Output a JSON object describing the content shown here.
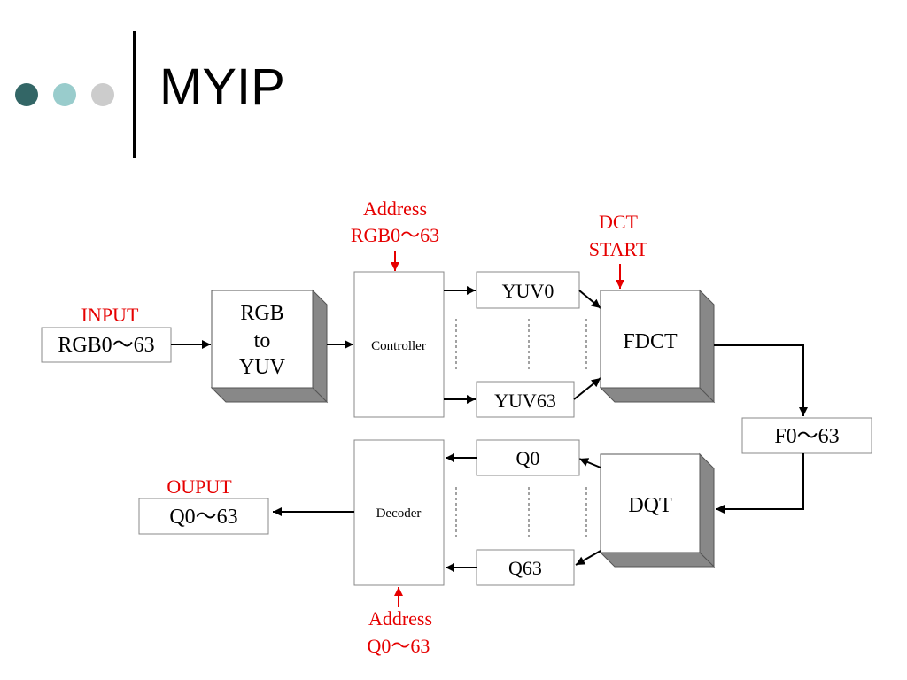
{
  "slide": {
    "title": "MYIP",
    "accent_colors": [
      "#336666",
      "#99cccc",
      "#cccccc"
    ]
  },
  "diagram": {
    "input_label": "INPUT",
    "input_box": "RGB0～63",
    "converter_lines": [
      "RGB",
      "to",
      "YUV"
    ],
    "controller": "Controller",
    "controller_address_lines": [
      "Address",
      "RGB0～63"
    ],
    "yuv_first": "YUV0",
    "yuv_last": "YUV63",
    "dct_start_lines": [
      "DCT",
      "START"
    ],
    "fdct": "FDCT",
    "f_box": "F0～63",
    "dqt": "DQT",
    "q_first": "Q0",
    "q_last": "Q63",
    "decoder": "Decoder",
    "decoder_address_lines": [
      "Address",
      "Q0～63"
    ],
    "output_label": "OUPUT",
    "output_box": "Q0～63",
    "label_color": "#e60000"
  }
}
